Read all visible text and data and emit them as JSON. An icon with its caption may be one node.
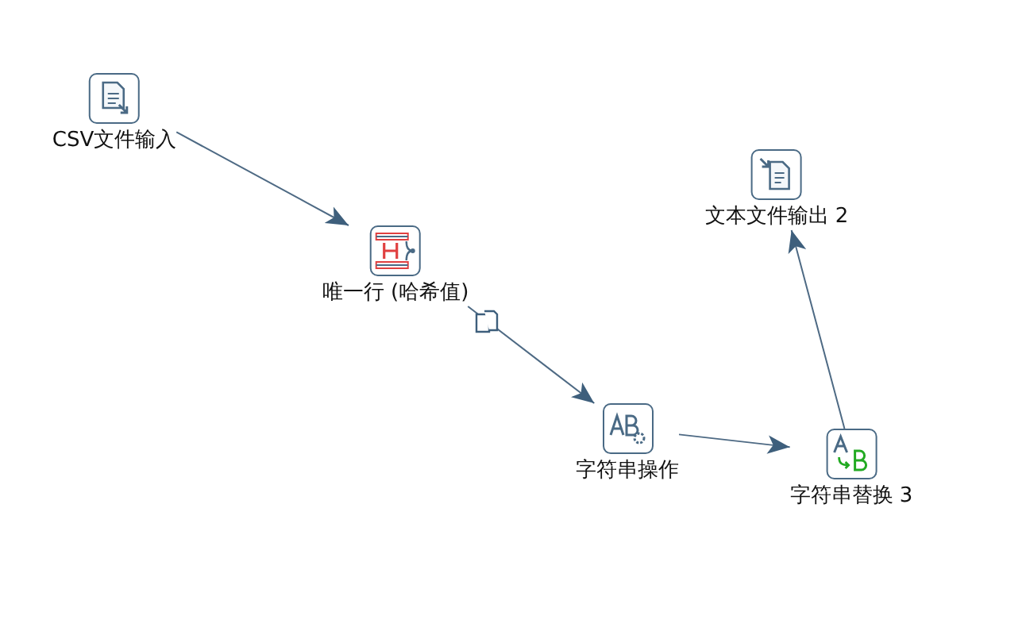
{
  "diagram": {
    "nodes": [
      {
        "text": [
          "CSV文件输入"
        ]
      },
      {
        "text": [
          "唯一行 (哈希值)"
        ]
      },
      {
        "text": [
          "字符串操作"
        ]
      },
      {
        "text": [
          "字符串替换 3"
        ]
      },
      {
        "text": [
          "文本文件输出 2"
        ]
      }
    ],
    "edges": [
      {
        "from": 0,
        "to": 1,
        "arrow": "to"
      },
      {
        "from": 1,
        "to": 2,
        "arrow": "to"
      },
      {
        "from": 2,
        "to": 3,
        "arrow": "to"
      },
      {
        "from": 3,
        "to": 4,
        "arrow": "to"
      }
    ]
  }
}
